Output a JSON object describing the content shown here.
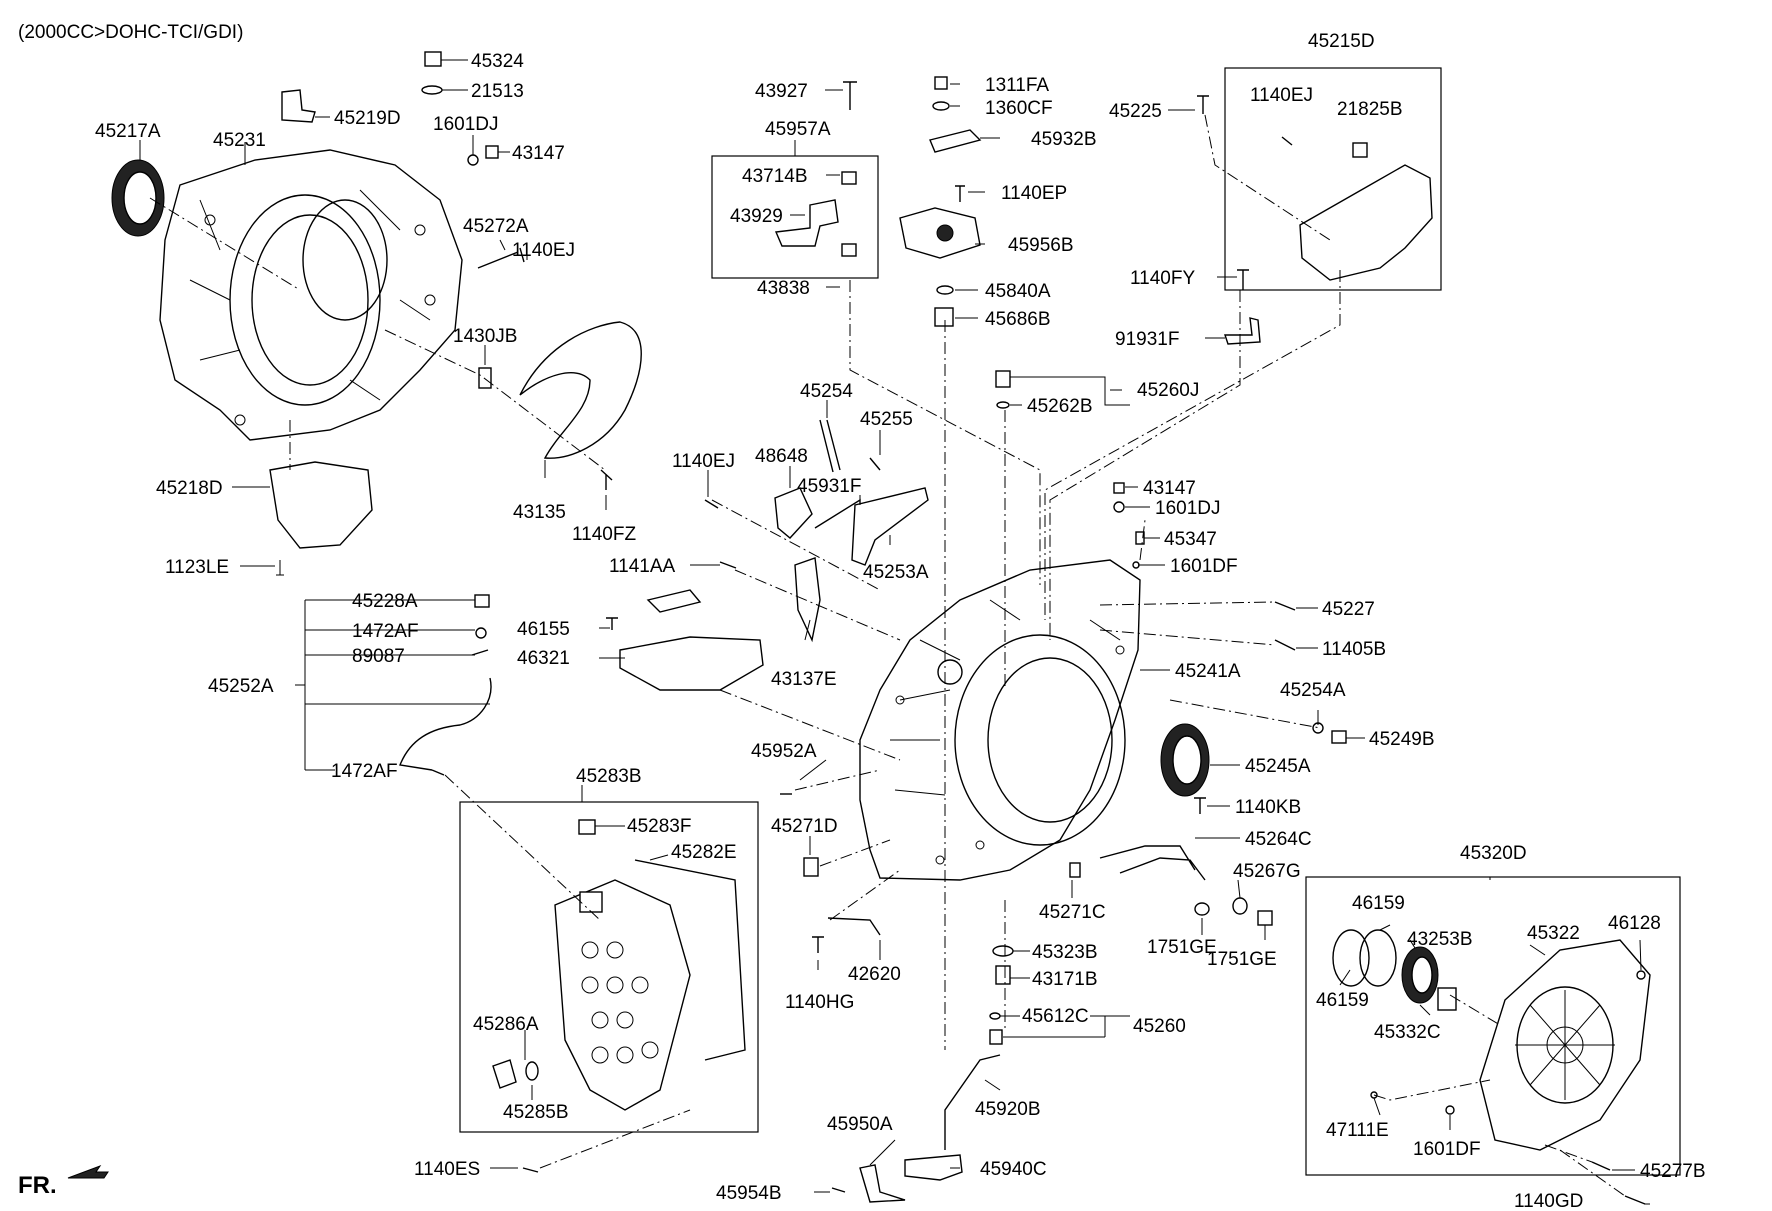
{
  "header": {
    "engine_spec": "(2000CC>DOHC-TCI/GDI)"
  },
  "footer": {
    "direction_label": "FR."
  },
  "parts": {
    "p45324": "45324",
    "p21513": "21513",
    "p45219D": "45219D",
    "p1601DJ_a": "1601DJ",
    "p43147_a": "43147",
    "p45217A": "45217A",
    "p45231": "45231",
    "p45272A": "45272A",
    "p1140EJ_a": "1140EJ",
    "p1430JB": "1430JB",
    "p43135": "43135",
    "p1140FZ": "1140FZ",
    "p45218D": "45218D",
    "p1123LE": "1123LE",
    "p43927": "43927",
    "p45957A": "45957A",
    "p43714B": "43714B",
    "p43929": "43929",
    "p43838": "43838",
    "p1311FA": "1311FA",
    "p1360CF": "1360CF",
    "p45932B": "45932B",
    "p1140EP": "1140EP",
    "p45956B": "45956B",
    "p45840A": "45840A",
    "p45686B": "45686B",
    "p45225": "45225",
    "p45215D": "45215D",
    "p1140EJ_b": "1140EJ",
    "p21825B": "21825B",
    "p1140FY": "1140FY",
    "p91931F": "91931F",
    "p45260J": "45260J",
    "p45262B": "45262B",
    "p45254": "45254",
    "p45255": "45255",
    "p1140EJ_c": "1140EJ",
    "p48648": "48648",
    "p45931F": "45931F",
    "p45253A": "45253A",
    "p43147_b": "43147",
    "p1601DJ_b": "1601DJ",
    "p45347": "45347",
    "p1601DF_a": "1601DF",
    "p1141AA": "1141AA",
    "p45227": "45227",
    "p11405B": "11405B",
    "p46155": "46155",
    "p46321": "46321",
    "p43137E": "43137E",
    "p45241A": "45241A",
    "p45254A": "45254A",
    "p45249B": "45249B",
    "p45245A": "45245A",
    "p1140KB": "1140KB",
    "p45264C": "45264C",
    "p45267G": "45267G",
    "p1751GE_a": "1751GE",
    "p1751GE_b": "1751GE",
    "p45228A": "45228A",
    "p1472AF_a": "1472AF",
    "p89087": "89087",
    "p45252A": "45252A",
    "p1472AF_b": "1472AF",
    "p45283B": "45283B",
    "p45283F": "45283F",
    "p45282E": "45282E",
    "p45286A": "45286A",
    "p45285B": "45285B",
    "p1140ES": "1140ES",
    "p45952A": "45952A",
    "p45271D": "45271D",
    "p1140HG": "1140HG",
    "p42620": "42620",
    "p45271C": "45271C",
    "p45323B": "45323B",
    "p43171B": "43171B",
    "p45612C": "45612C",
    "p45260": "45260",
    "p45920B": "45920B",
    "p45950A": "45950A",
    "p45940C": "45940C",
    "p45954B": "45954B",
    "p45320D": "45320D",
    "p46159_a": "46159",
    "p43253B": "43253B",
    "p45322": "45322",
    "p46128": "46128",
    "p46159_b": "46159",
    "p45332C": "45332C",
    "p47111E": "47111E",
    "p1601DF_b": "1601DF",
    "p45277B": "45277B",
    "p1140GD": "1140GD"
  }
}
